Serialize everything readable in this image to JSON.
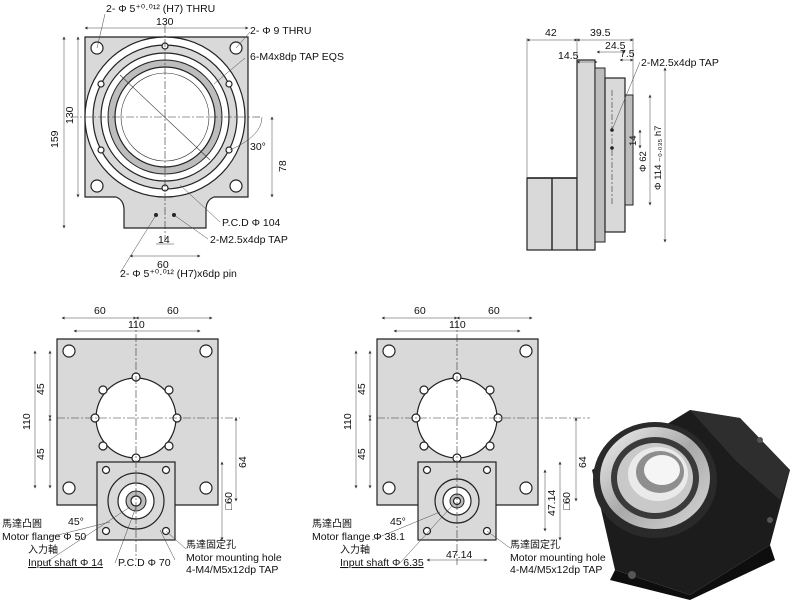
{
  "top_left": {
    "callout_holes_h7": "2- Φ 5⁺⁰·⁰¹² (H7) THRU",
    "callout_thru_9": "2- Φ 9 THRU",
    "callout_tap_m4": "6-M4x8dp TAP EQS",
    "dim_width": "130",
    "dim_height_outer": "159",
    "dim_height_inner": "130",
    "dim_angle": "30°",
    "dim_side": "78",
    "callout_pcd": "P.C.D Φ 104",
    "callout_m25": "2-M2.5x4dp TAP",
    "dim_14": "14",
    "dim_60": "60",
    "callout_pin": "2- Φ 5⁺⁰·⁰¹² (H7)x6dp pin"
  },
  "top_right": {
    "dim_42": "42",
    "dim_39_5": "39.5",
    "dim_24_5": "24.5",
    "dim_14_5": "14.5",
    "dim_7_5": "7.5",
    "callout_m25": "2-M2.5x4dp TAP",
    "dim_14": "14",
    "dim_62": "Φ 62",
    "dim_114": "Φ 114 ₋₀.₀₃₅ h7"
  },
  "bottom_left": {
    "dim_60a": "60",
    "dim_60b": "60",
    "dim_110": "110",
    "dim_45a": "45",
    "dim_45b": "45",
    "dim_110v": "110",
    "dim_64": "64",
    "dim_sq60": "□60",
    "dim_45deg": "45°",
    "label_flange_cn": "馬達凸圓",
    "label_flange_en": "Motor flange Φ 50",
    "label_shaft_cn": "入力軸",
    "label_shaft_en": "Input shaft Φ 14",
    "label_pcd": "P.C.D Φ 70",
    "label_mount_cn": "馬達固定孔",
    "label_mount_en": "Motor mounting hole",
    "label_mount_tap": "4-M4/M5x12dp TAP"
  },
  "bottom_right": {
    "dim_60a": "60",
    "dim_60b": "60",
    "dim_110": "110",
    "dim_45a": "45",
    "dim_45b": "45",
    "dim_110v": "110",
    "dim_64": "64",
    "dim_sq60": "□60",
    "dim_47_14v": "47.14",
    "dim_47_14h": "47.14",
    "dim_45deg": "45°",
    "label_flange_cn": "馬達凸圓",
    "label_flange_en": "Motor flange Φ 38.1",
    "label_shaft_cn": "入力軸",
    "label_shaft_en": "Input shaft Φ 6.35",
    "label_mount_cn": "馬達固定孔",
    "label_mount_en": "Motor mounting hole",
    "label_mount_tap": "4-M4/M5x12dp TAP"
  }
}
